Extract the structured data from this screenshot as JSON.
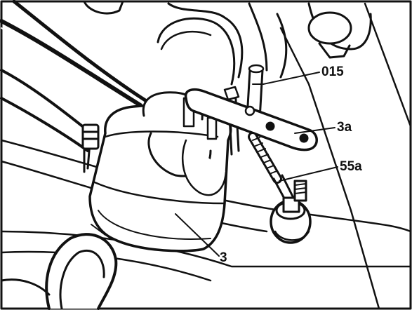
{
  "figure": {
    "callouts": {
      "part_015": "015",
      "part_3a": "3a",
      "part_55a": "55a",
      "part_3": "3"
    },
    "colors": {
      "ink": "#111111",
      "paper": "#ffffff",
      "shade": "#d8d8d8"
    }
  }
}
